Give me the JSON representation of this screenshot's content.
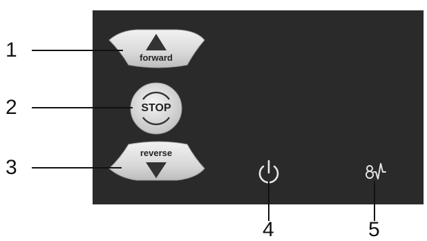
{
  "colors": {
    "panel": "#2a2a2a",
    "button_face": "#dedede",
    "icon_stroke": "#e6e6e6",
    "callout_text": "#111111"
  },
  "buttons": {
    "forward": {
      "label": "forward",
      "icon": "up-triangle-icon"
    },
    "stop": {
      "label": "STOP",
      "icon": "stop-ring-icon"
    },
    "reverse": {
      "label": "reverse",
      "icon": "down-triangle-icon"
    }
  },
  "indicators": [
    {
      "icon": "power-icon"
    },
    {
      "icon": "heartbeat-waveform-icon"
    }
  ],
  "callouts": [
    "1",
    "2",
    "3",
    "4",
    "5"
  ]
}
